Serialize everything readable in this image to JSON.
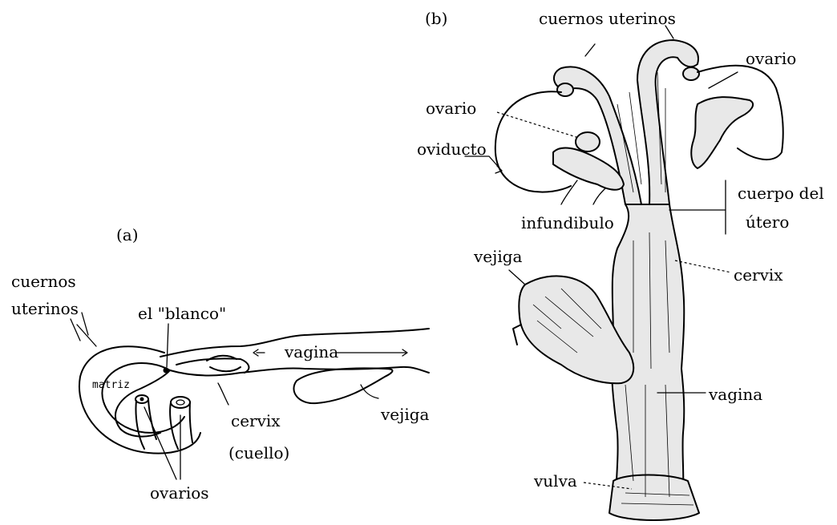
{
  "panel_a": {
    "panel_label": "(a)",
    "labels": {
      "cuernos_line1": "cuernos",
      "cuernos_line2": "uterinos",
      "blanco": "el \"blanco\"",
      "matriz": "matriz",
      "vagina": "vagina",
      "vejiga": "vejiga",
      "cervix_line1": "cervix",
      "cervix_line2": "(cuello)",
      "ovarios": "ovarios"
    }
  },
  "panel_b": {
    "panel_label": "(b)",
    "labels": {
      "cuernos_uterinos": "cuernos uterinos",
      "ovario_right": "ovario",
      "ovario_left": "ovario",
      "oviducto": "oviducto",
      "infundibulo": "infundibulo",
      "cuerpo_line1": "cuerpo del",
      "cuerpo_line2": "útero",
      "vejiga": "vejiga",
      "cervix": "cervix",
      "vagina": "vagina",
      "vulva": "vulva"
    }
  }
}
